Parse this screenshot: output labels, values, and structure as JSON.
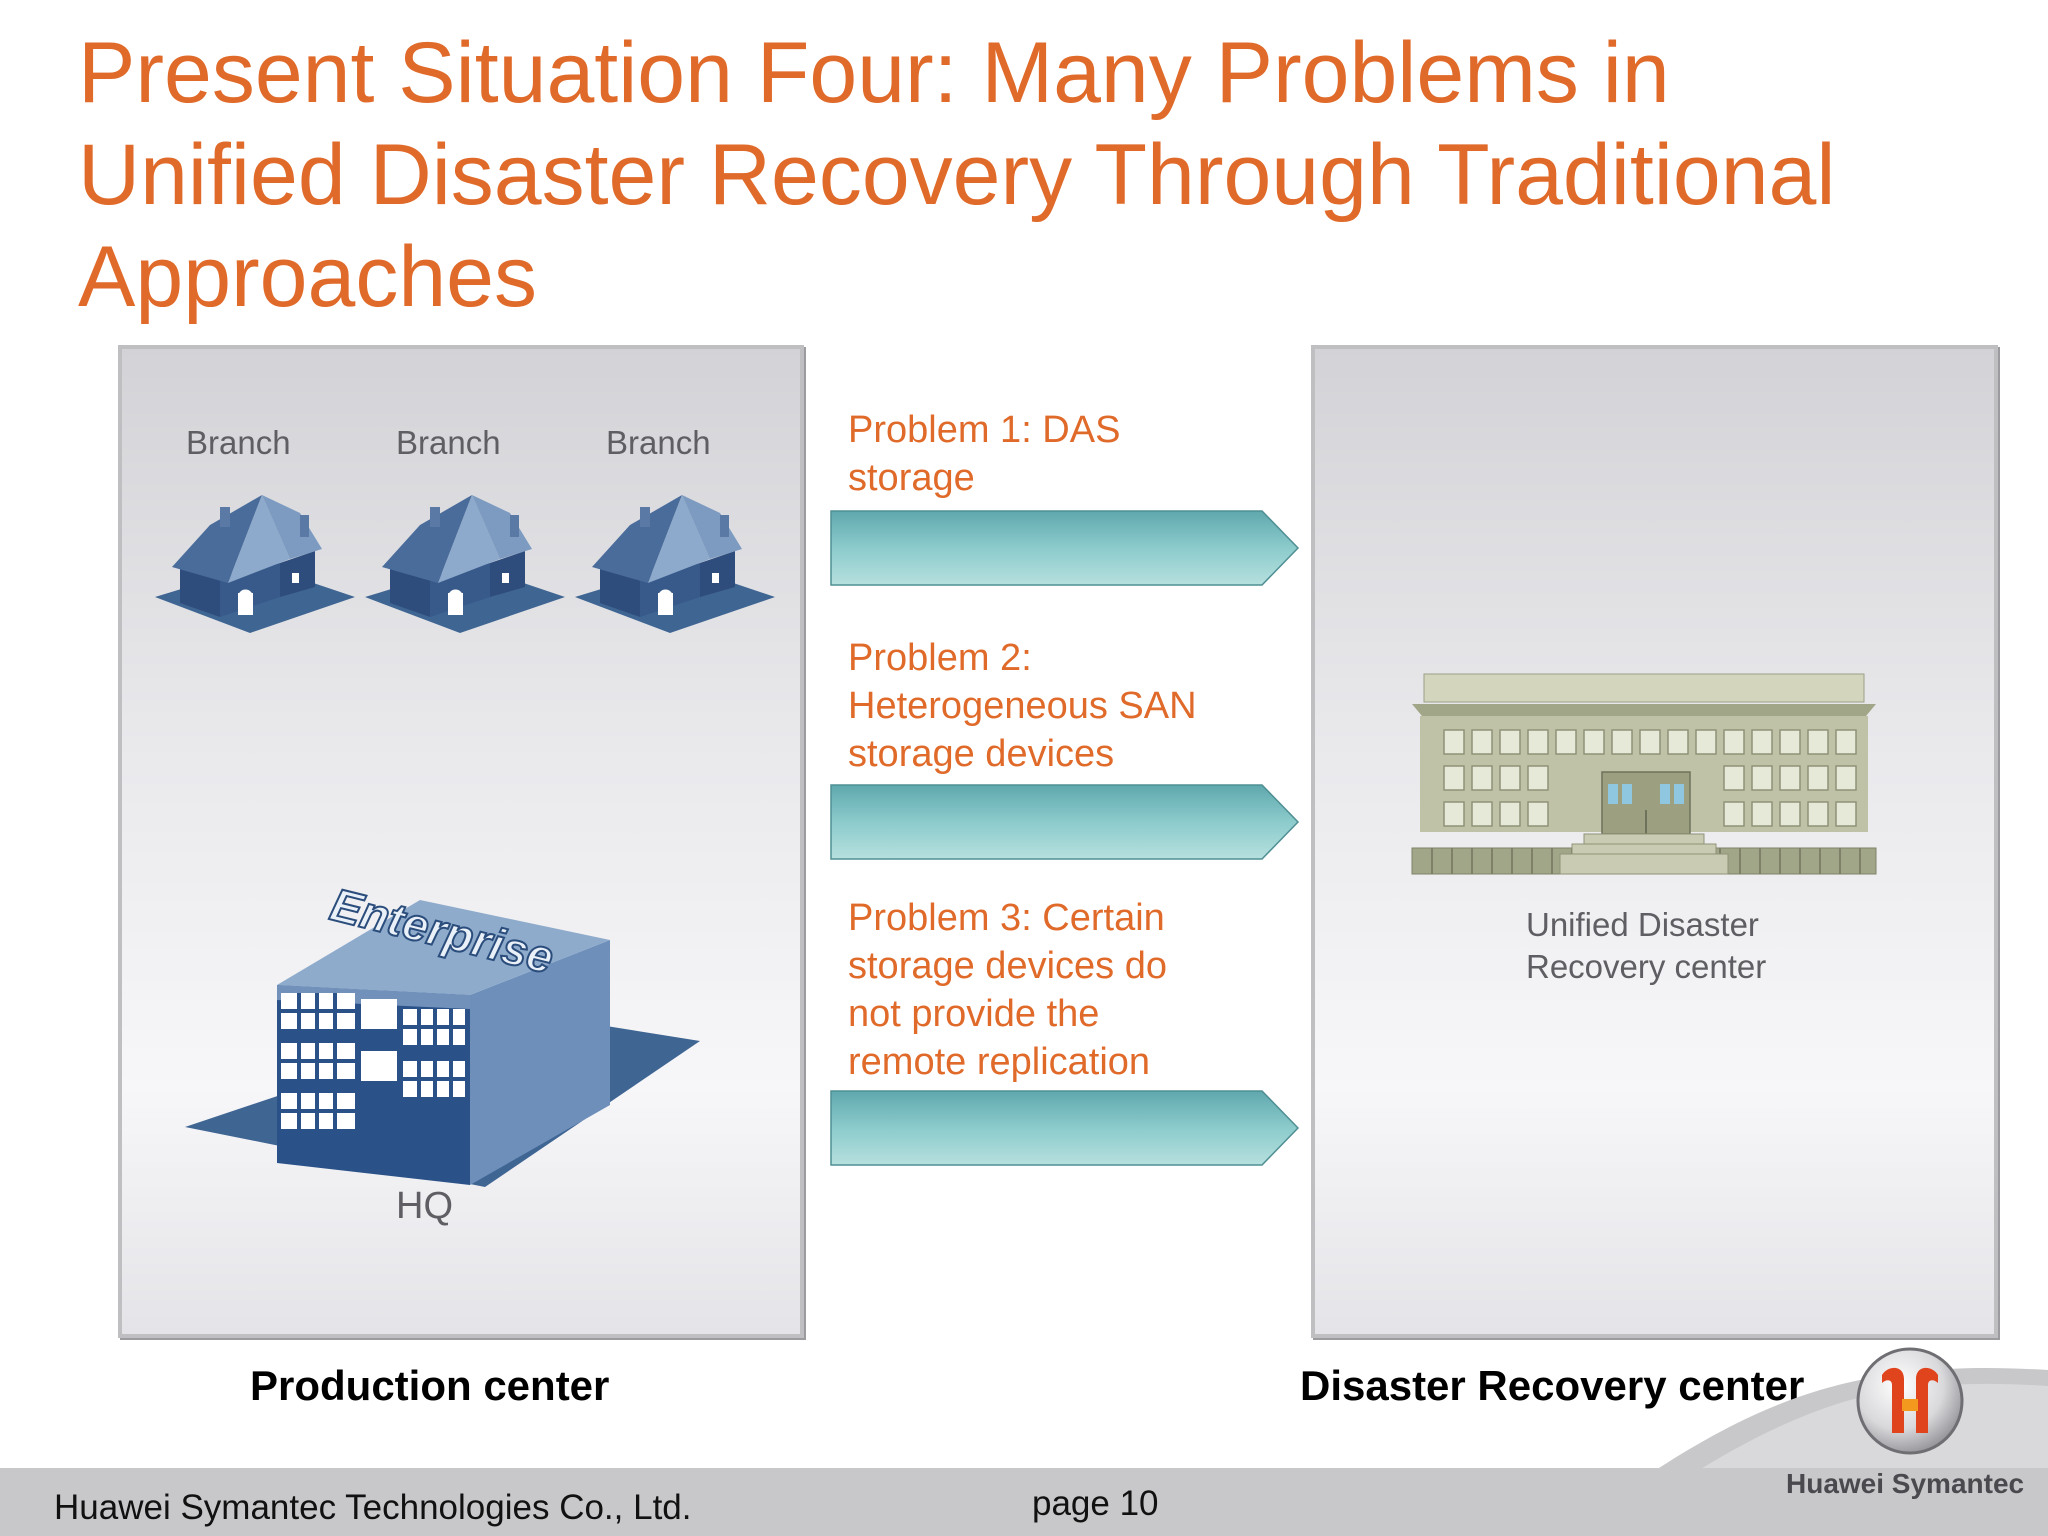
{
  "title": "Present Situation Four: Many Problems in\nUnified Disaster Recovery Through Traditional\nApproaches",
  "production": {
    "branches": [
      "Branch",
      "Branch",
      "Branch"
    ],
    "enterprise_sign": "Enterprise",
    "hq_label": "HQ",
    "caption": "Production center"
  },
  "problems": [
    {
      "text": "Problem 1: DAS\nstorage"
    },
    {
      "text": "Problem 2:\nHeterogeneous SAN\nstorage devices"
    },
    {
      "text": "Problem 3: Certain\nstorage devices do\nnot provide the\nremote replication"
    }
  ],
  "recovery": {
    "label": "Unified Disaster\nRecovery center",
    "caption": "Disaster Recovery center"
  },
  "footer": {
    "company": "Huawei Symantec Technologies Co., Ltd.",
    "page": "page 10",
    "logo_text": "Huawei Symantec"
  },
  "colors": {
    "accent": "#e06a2a",
    "house": "#3e5f8e",
    "arrow": "#7fbdc0",
    "building": "#b7bb9c"
  },
  "icons": [
    "house-icon",
    "enterprise-building-icon",
    "recovery-building-icon",
    "arrow-icon",
    "logo-icon"
  ]
}
